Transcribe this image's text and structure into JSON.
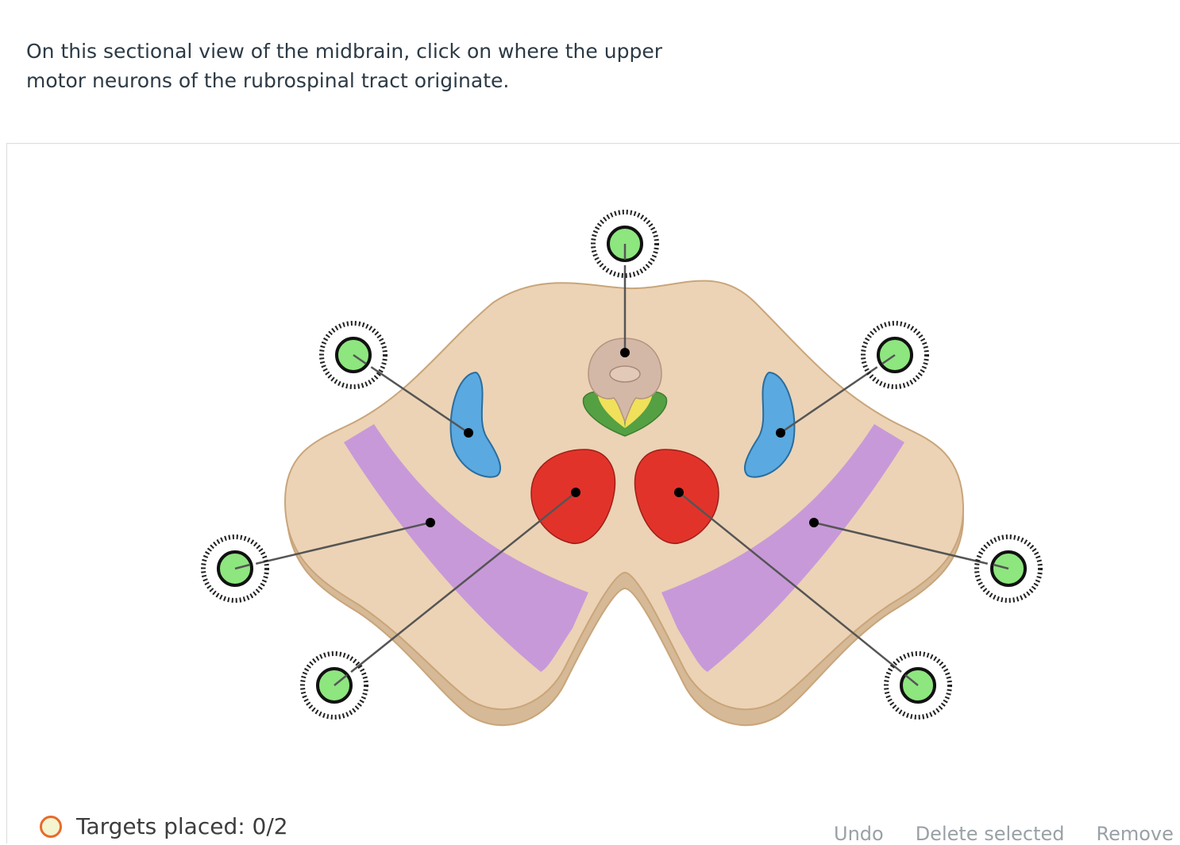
{
  "prompt": {
    "text": "On this sectional view of the midbrain, click on where the upper motor neurons of the rubrospinal tract originate."
  },
  "status": {
    "label": "Targets placed: 0/2"
  },
  "toolbar": {
    "undo": "Undo",
    "delete_selected": "Delete selected",
    "remove_all": "Remove All"
  },
  "colors": {
    "tissue": "#ecd3b5",
    "tissue_edge": "#c9a57a",
    "tissue_shadow": "#d6b996",
    "lemniscus": "#c899d9",
    "substantia": "#5aa9e0",
    "red_nucleus": "#e2332a",
    "aqueduct_area": "#d4b8a7",
    "green_nucleus": "#55a043",
    "yellow_nucleus": "#f1e05a",
    "target_fill": "#8ee67f"
  }
}
